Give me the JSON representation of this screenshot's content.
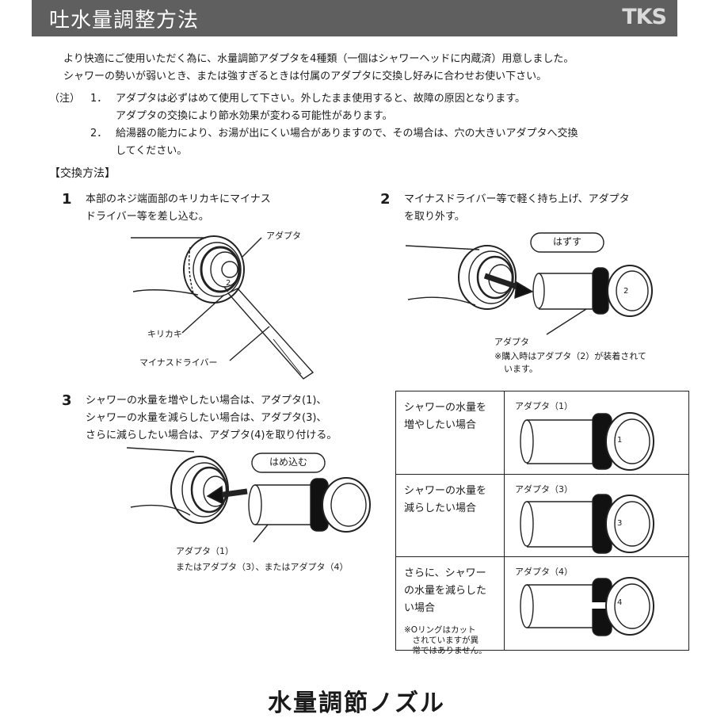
{
  "header": {
    "title": "吐水量調整方法",
    "logo": "TKS",
    "bg_color": "#5f5f5f"
  },
  "intro": [
    "より快適にご使用いただく為に、水量調節アダプタを4種類（一個はシャワーヘッドに内蔵済）用意しました。",
    "シャワーの勢いが弱いとき、または強すぎるときは付属のアダプタに交換し好みに合わせお使い下さい。"
  ],
  "notes": {
    "prefix": "（注）",
    "items": [
      {
        "num": "1．",
        "lines": [
          "アダプタは必ずはめて使用して下さい。外したまま使用すると、故障の原因となります。",
          "アダプタの交換により節水効果が変わる可能性があります。"
        ]
      },
      {
        "num": "2．",
        "lines": [
          "給湯器の能力により、お湯が出にくい場合がありますので、その場合は、穴の大きいアダプタへ交換",
          "してください。"
        ]
      }
    ]
  },
  "section_label": "【交換方法】",
  "steps": [
    {
      "num": "1",
      "lines": [
        "本部のネジ端面部のキリカキにマイナス",
        "ドライバー等を差し込む。"
      ]
    },
    {
      "num": "2",
      "lines": [
        "マイナスドライバー等で軽く持ち上げ、アダプタ",
        "を取り外す。"
      ]
    },
    {
      "num": "3",
      "lines": [
        "シャワーの水量を増やしたい場合は、アダプタ(1)、",
        "シャワーの水量を減らしたい場合は、アダプタ(3)、",
        "さらに減らしたい場合は、アダプタ(4)を取り付ける。"
      ]
    }
  ],
  "figure1": {
    "adapter_label": "アダプタ",
    "notch_label": "キリカキ",
    "driver_label": "マイナスドライバー",
    "adapter_mark": "2"
  },
  "figure2": {
    "action_label": "はずす",
    "adapter_label": "アダプタ",
    "note_lines": [
      "※購入時はアダプタ（2）が装着されて",
      "います。"
    ],
    "adapter_mark": "2"
  },
  "figure3": {
    "action_label": "はめ込む",
    "caption_lines": [
      "アダプタ（1）",
      "またはアダプタ（3）、またはアダプタ（4）"
    ]
  },
  "table": {
    "rows": [
      {
        "desc_lines": [
          "シャワーの水量を",
          "増やしたい場合"
        ],
        "adapter_label": "アダプタ（1）",
        "mark": "1"
      },
      {
        "desc_lines": [
          "シャワーの水量を",
          "減らしたい場合"
        ],
        "adapter_label": "アダプタ（3）",
        "mark": "3"
      },
      {
        "desc_lines": [
          "さらに、シャワー",
          "の水量を減らした",
          "い場合"
        ],
        "adapter_label": "アダプタ（4）",
        "mark": "4",
        "note_lines": [
          "※Oリングはカット",
          "　されていますが異",
          "　常ではありません。"
        ]
      }
    ]
  },
  "footer_title": "水量調節ノズル"
}
